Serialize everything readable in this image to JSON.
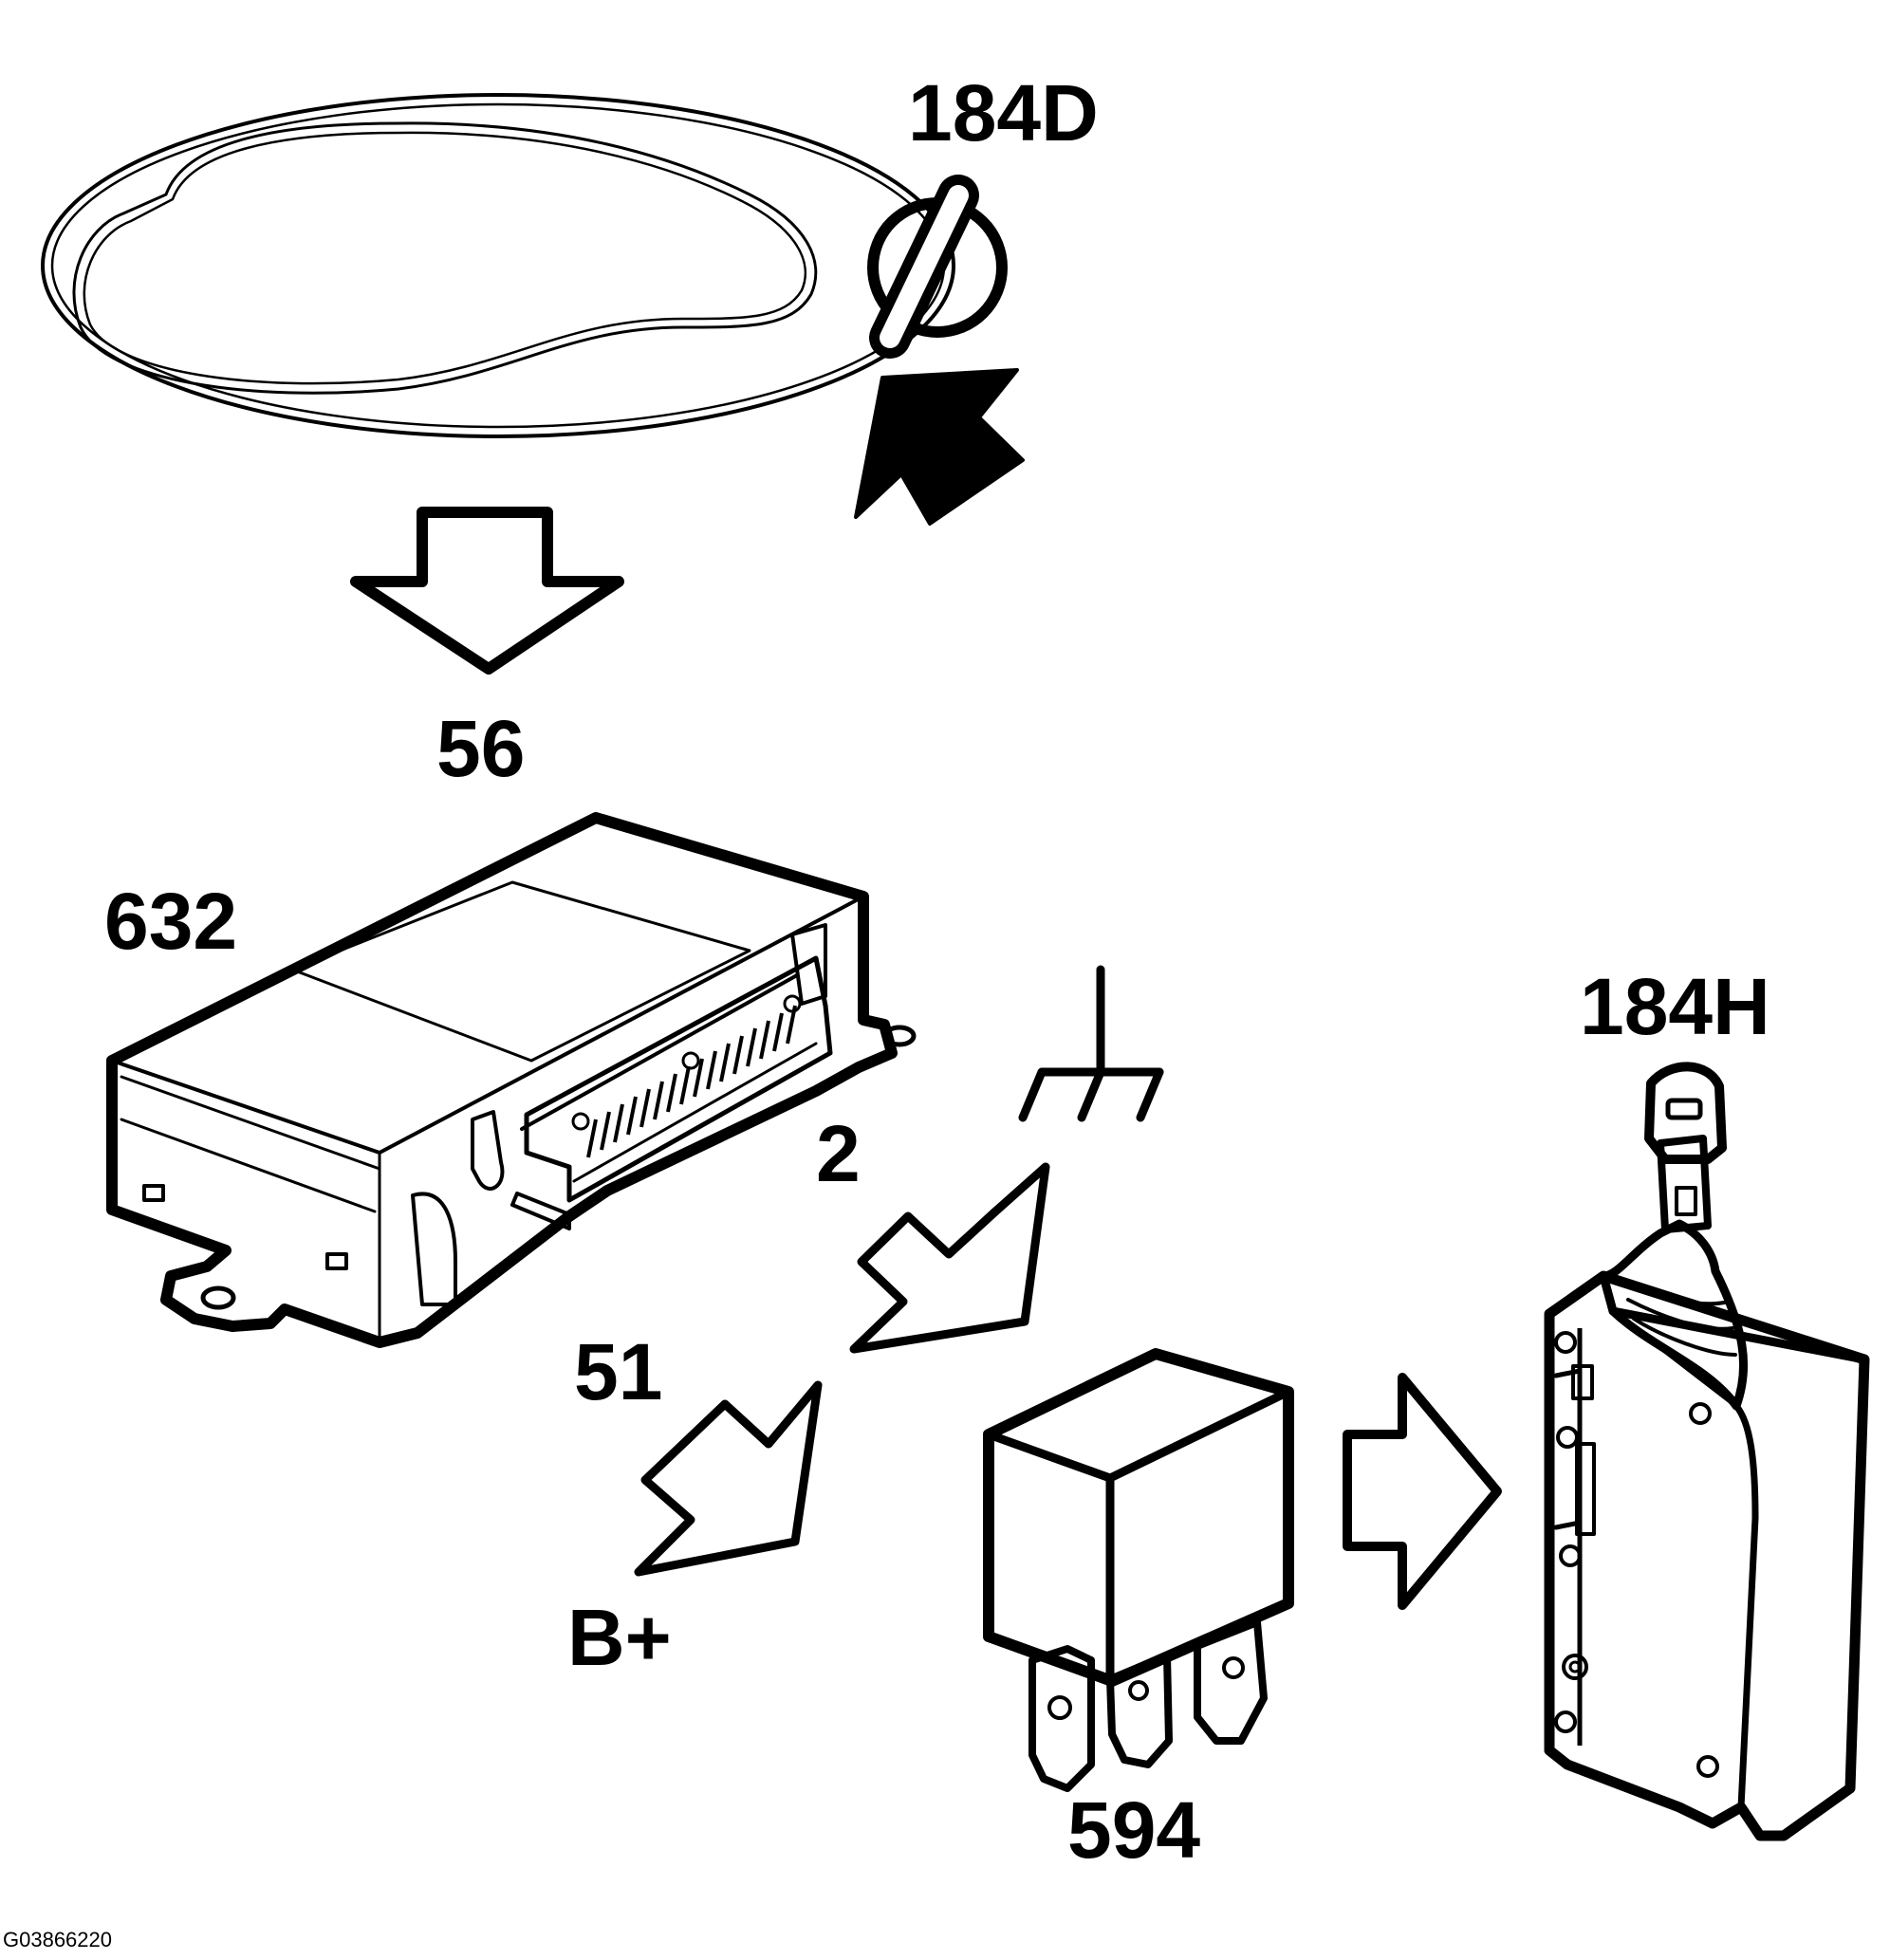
{
  "callouts": {
    "door_lock_cylinder": "184D",
    "signal_reference": "56",
    "control_module": "632",
    "ground_pin": "2",
    "supply_pin": "51",
    "battery_positive": "B+",
    "relay": "594",
    "lock_motor": "184H"
  },
  "figure_id": "G03866220",
  "colors": {
    "line": "#000000",
    "background": "#ffffff"
  },
  "icons": {
    "turn_direction": "solid-arrow-icon",
    "flow": "hollow-arrow-icon",
    "ground": "ground-symbol-icon"
  }
}
